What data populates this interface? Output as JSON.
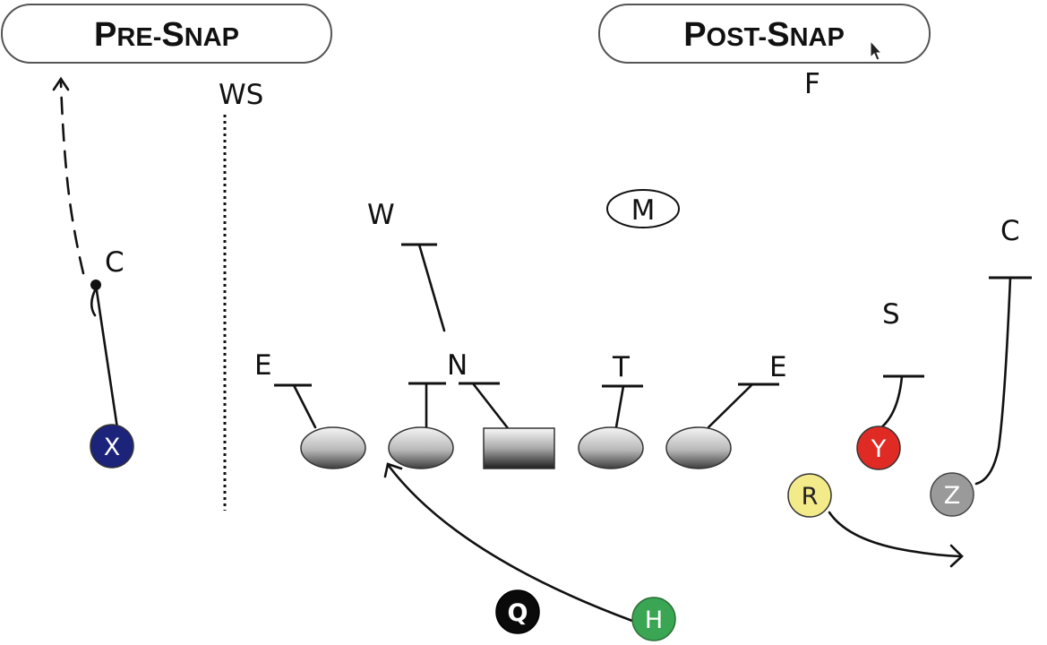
{
  "headers": {
    "pre_snap": {
      "big1": "P",
      "small1": "RE-",
      "big2": "S",
      "small2": "NAP",
      "full": "PRE-SNAP"
    },
    "post_snap": {
      "big1": "P",
      "small1": "OST-",
      "big2": "S",
      "small2": "NAP",
      "full": "POST-SNAP"
    }
  },
  "defense": {
    "ws": "WS",
    "free_safety": "F",
    "will": "W",
    "mike": "M",
    "corner_left": "C",
    "end_left": "E",
    "nose": "N",
    "tackle": "T",
    "end_right": "E",
    "strong_safety": "S",
    "corner_right": "C"
  },
  "offense": {
    "x": {
      "label": "X",
      "color": "#1b237a",
      "text_color": "#ffffff"
    },
    "y": {
      "label": "Y",
      "color": "#e02b25",
      "text_color": "#ffffff"
    },
    "z": {
      "label": "Z",
      "color": "#9a9a9a",
      "text_color": "#ffffff"
    },
    "r": {
      "label": "R",
      "color": "#f3ea8a",
      "text_color": "#222222"
    },
    "q": {
      "label": "Q",
      "color": "#0a0a0a",
      "text_color": "#ffffff"
    },
    "h": {
      "label": "H",
      "color": "#3aa552",
      "text_color": "#ffffff"
    }
  },
  "colors": {
    "line": "#111111",
    "lineman_light": "#f2f2f2",
    "lineman_dark": "#5a5a5a"
  }
}
